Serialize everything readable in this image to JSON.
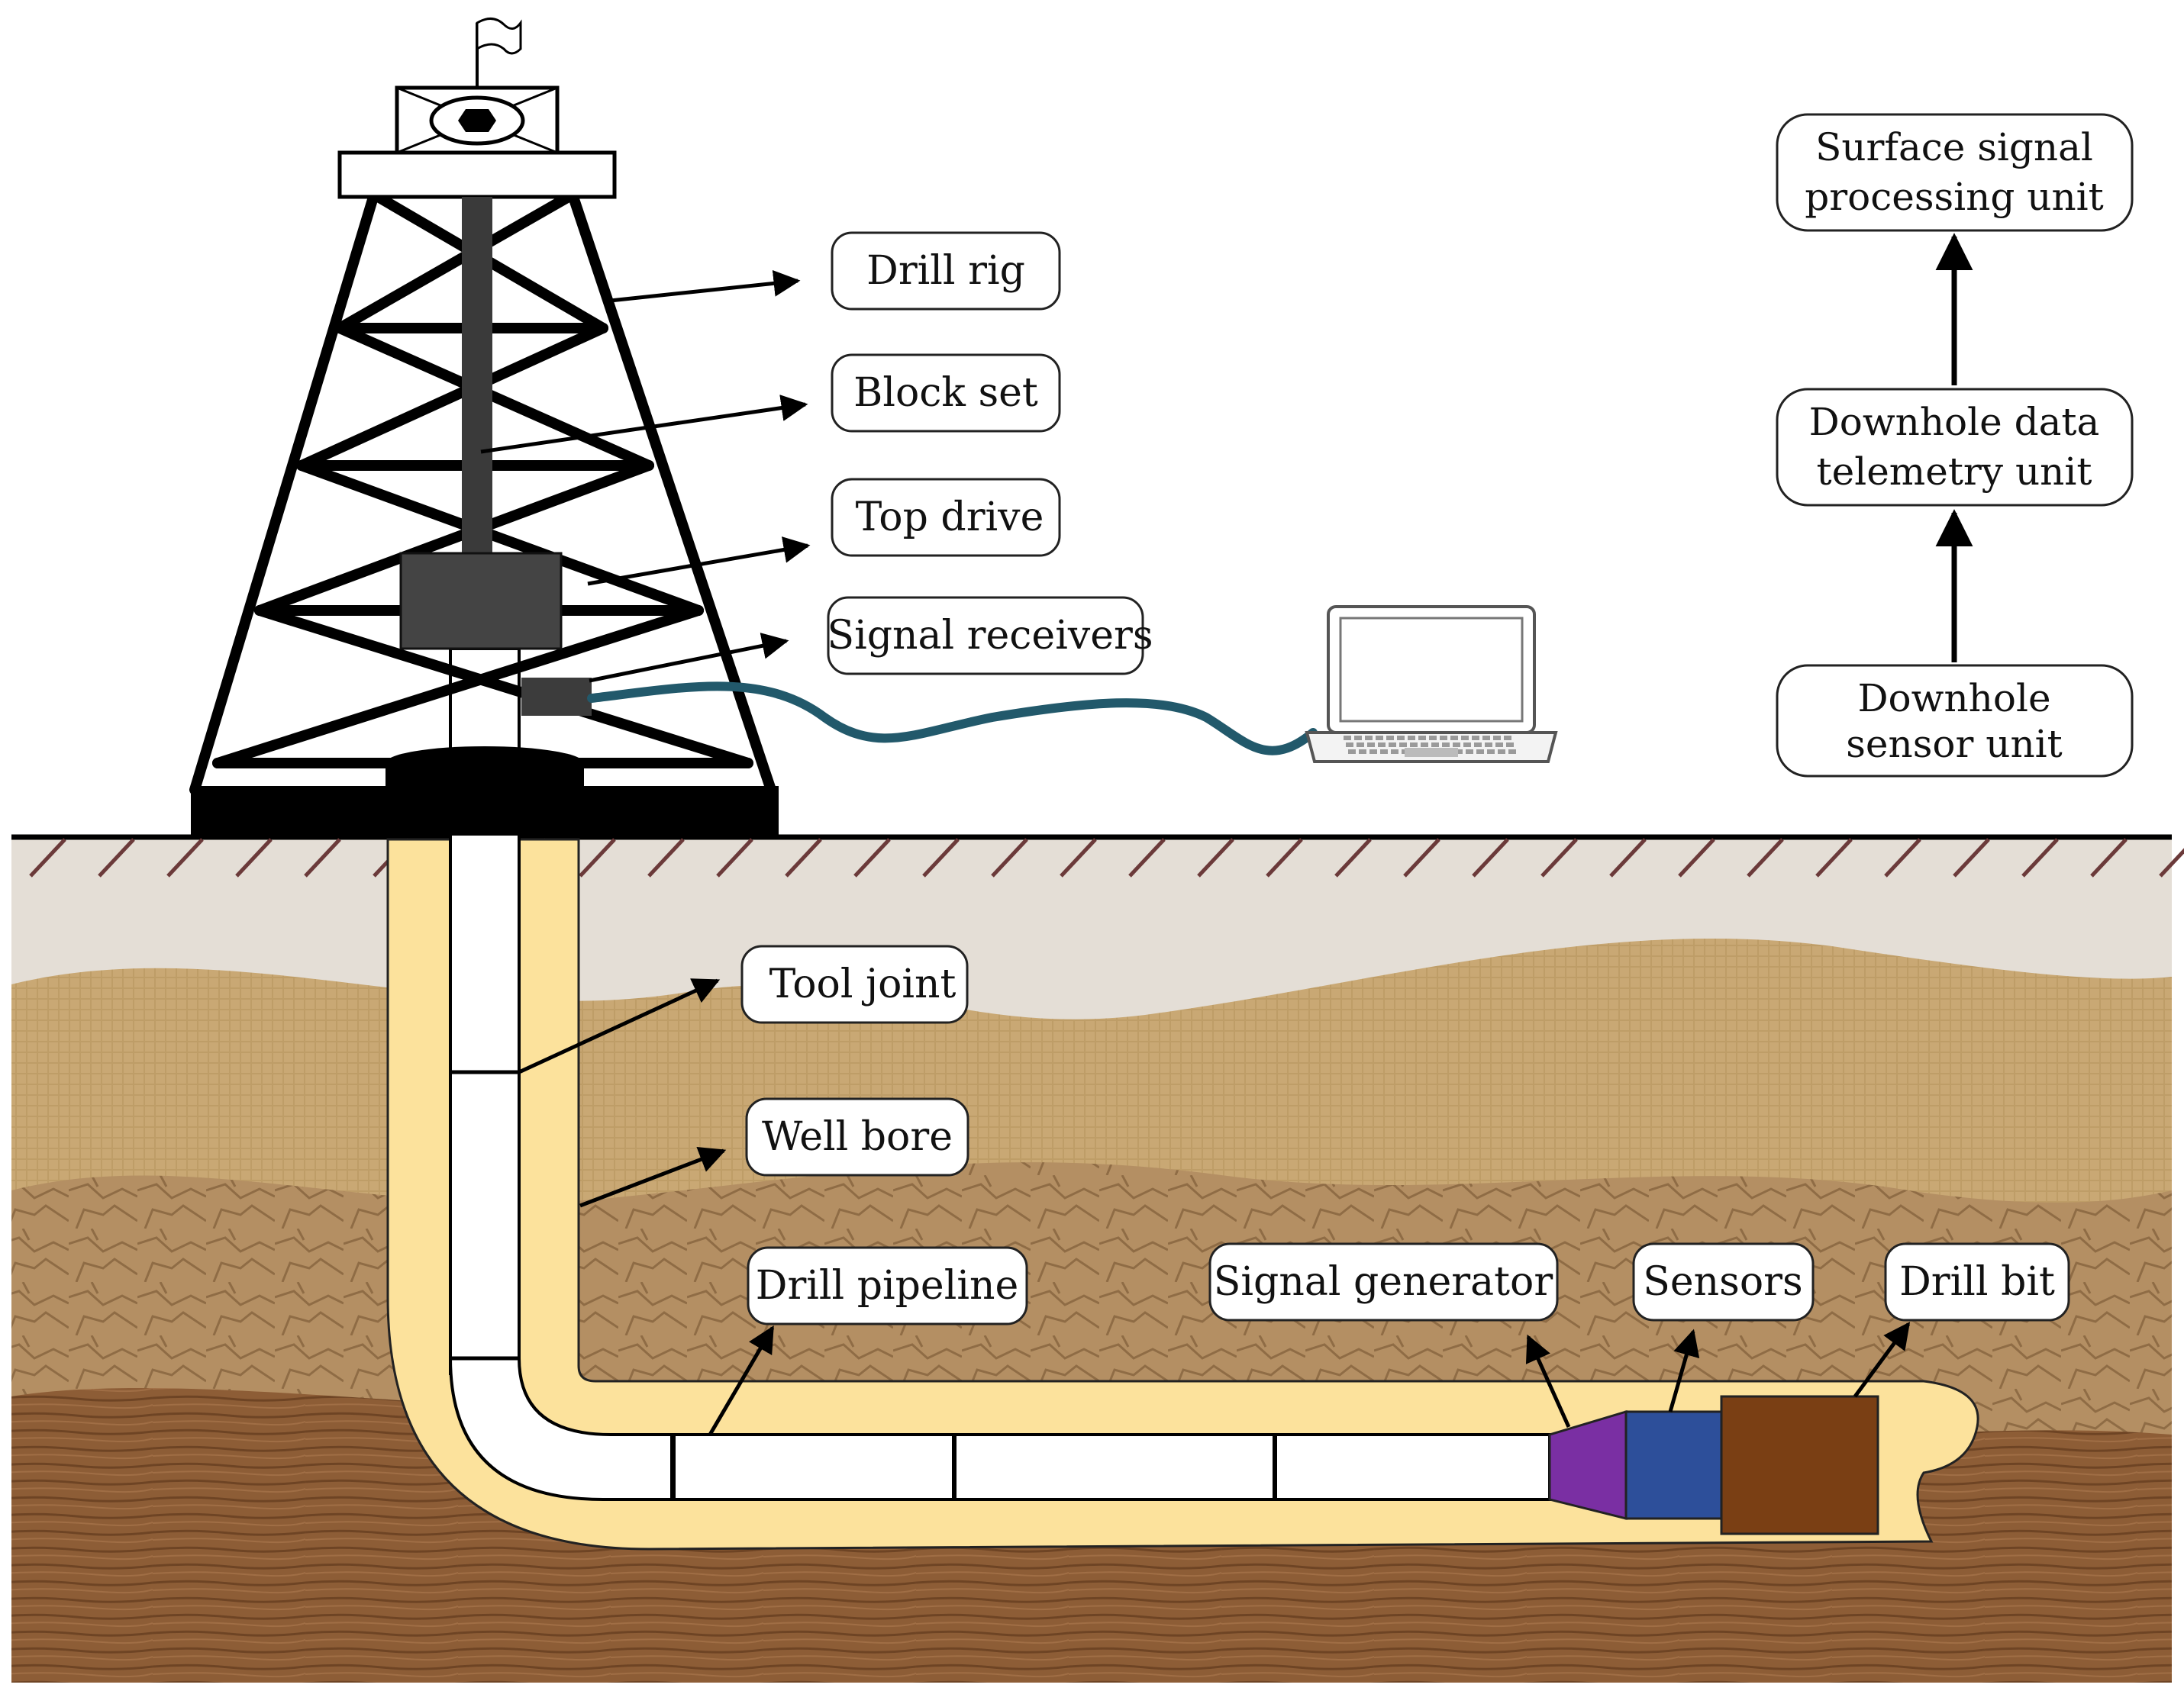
{
  "callouts": {
    "drill_rig": "Drill rig",
    "block_set": "Block set",
    "top_drive": "Top drive",
    "signal_receivers": "Signal receivers",
    "tool_joint": "Tool joint",
    "well_bore": "Well bore",
    "drill_pipeline": "Drill pipeline",
    "signal_generator": "Signal generator",
    "sensors": "Sensors",
    "drill_bit": "Drill bit"
  },
  "flow": {
    "surface": [
      "Surface signal",
      "processing unit"
    ],
    "telemetry": [
      "Downhole data",
      "telemetry unit"
    ],
    "sensor": [
      "Downhole",
      "sensor unit"
    ]
  },
  "colors": {
    "mud": "#fce29c",
    "cable": "#22596b",
    "signal_generator": "#7a2fa3",
    "sensors": "#2d4f9a",
    "drill_bit": "#7a3f14",
    "top_layer": "#e5dfd7",
    "sand_layer": "#c8a873",
    "rock_layer": "#b08b60",
    "wood_layer": "#8a5a35"
  }
}
